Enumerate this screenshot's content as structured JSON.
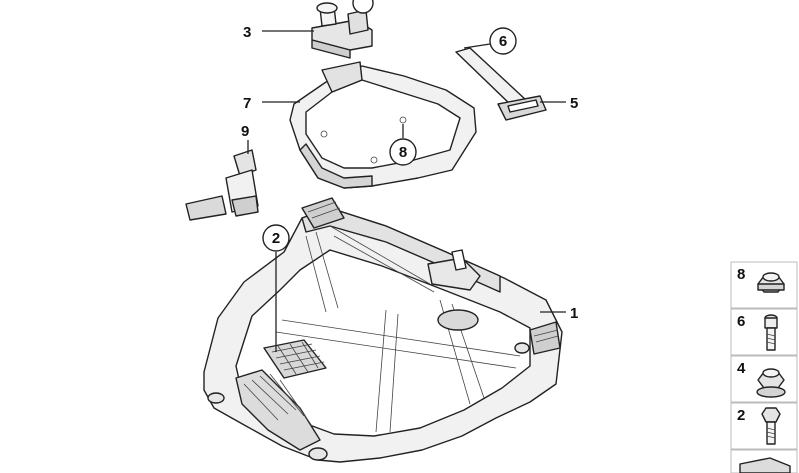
{
  "callouts": {
    "c1": "1",
    "c2": "2",
    "c3": "3",
    "c5": "5",
    "c6": "6",
    "c7": "7",
    "c8": "8",
    "c9": "9"
  },
  "legend": {
    "items": [
      {
        "number": "8",
        "icon": "nut-icon"
      },
      {
        "number": "6",
        "icon": "bolt-icon"
      },
      {
        "number": "4",
        "icon": "nut-icon"
      },
      {
        "number": "2",
        "icon": "bolt-icon"
      }
    ]
  },
  "colors": {
    "part_fill": "#f1f1f1",
    "part_shade": "#d4d4d4",
    "line": "#222222",
    "legend_border": "#bbbbbb"
  }
}
